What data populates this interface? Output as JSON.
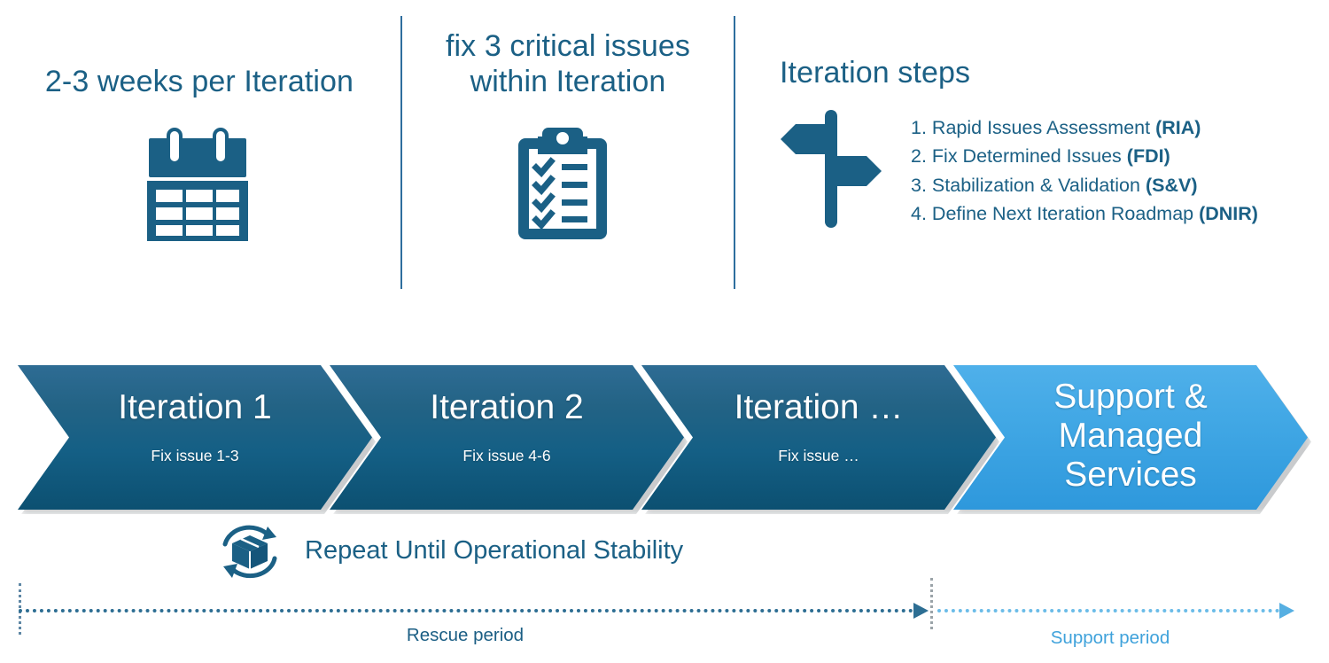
{
  "panels": [
    {
      "id": "weeks",
      "heading": "2-3 weeks per Iteration",
      "icon": "calendar-icon"
    },
    {
      "id": "fix",
      "heading": "fix 3 critical issues within Iteration",
      "icon": "clipboard-checklist-icon"
    },
    {
      "id": "steps",
      "heading": "Iteration steps",
      "icon": "signpost-icon",
      "steps": [
        {
          "num": "1.",
          "text": "Rapid Issues Assessment ",
          "abbr": "(RIA)"
        },
        {
          "num": "2.",
          "text": "Fix Determined Issues ",
          "abbr": "(FDI)"
        },
        {
          "num": "3.",
          "text": "Stabilization & Validation ",
          "abbr": "(S&V)"
        },
        {
          "num": "4.",
          "text": "Define Next Iteration Roadmap ",
          "abbr": "(DNIR)"
        }
      ]
    }
  ],
  "chevrons": [
    {
      "title": "Iteration 1",
      "subtitle": "Fix issue 1-3",
      "style": "dark"
    },
    {
      "title": "Iteration 2",
      "subtitle": "Fix issue 4-6",
      "style": "dark"
    },
    {
      "title": "Iteration …",
      "subtitle": "Fix issue …",
      "style": "dark"
    },
    {
      "title": "Support & Managed Services",
      "subtitle": "",
      "style": "light"
    }
  ],
  "repeat": {
    "label": "Repeat Until Operational Stability",
    "icon": "repeat-box-cycle-icon"
  },
  "timeline": {
    "rescue_label": "Rescue period",
    "support_label": "Support period"
  },
  "colors": {
    "brand_dark_blue": "#1B6085",
    "chevron_dark_top": "#2E6C94",
    "chevron_dark_bottom": "#0C5071",
    "chevron_light_top": "#4FB0EA",
    "chevron_light_bottom": "#2E98DC",
    "rescue_line": "#2D6E93",
    "support_line": "#6BBCE8",
    "support_label": "#3FA2DB"
  }
}
